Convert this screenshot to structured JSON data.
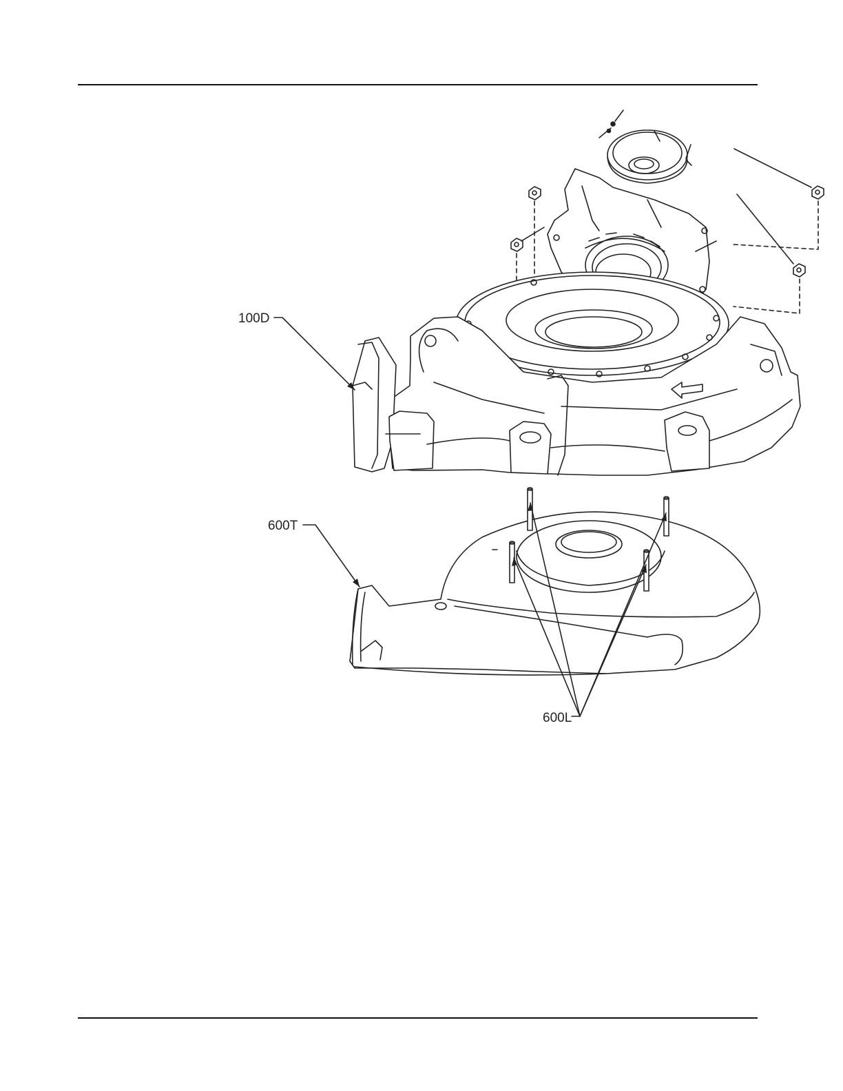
{
  "callouts": {
    "housing": "100D",
    "casing": "600T",
    "studs": "600L"
  }
}
